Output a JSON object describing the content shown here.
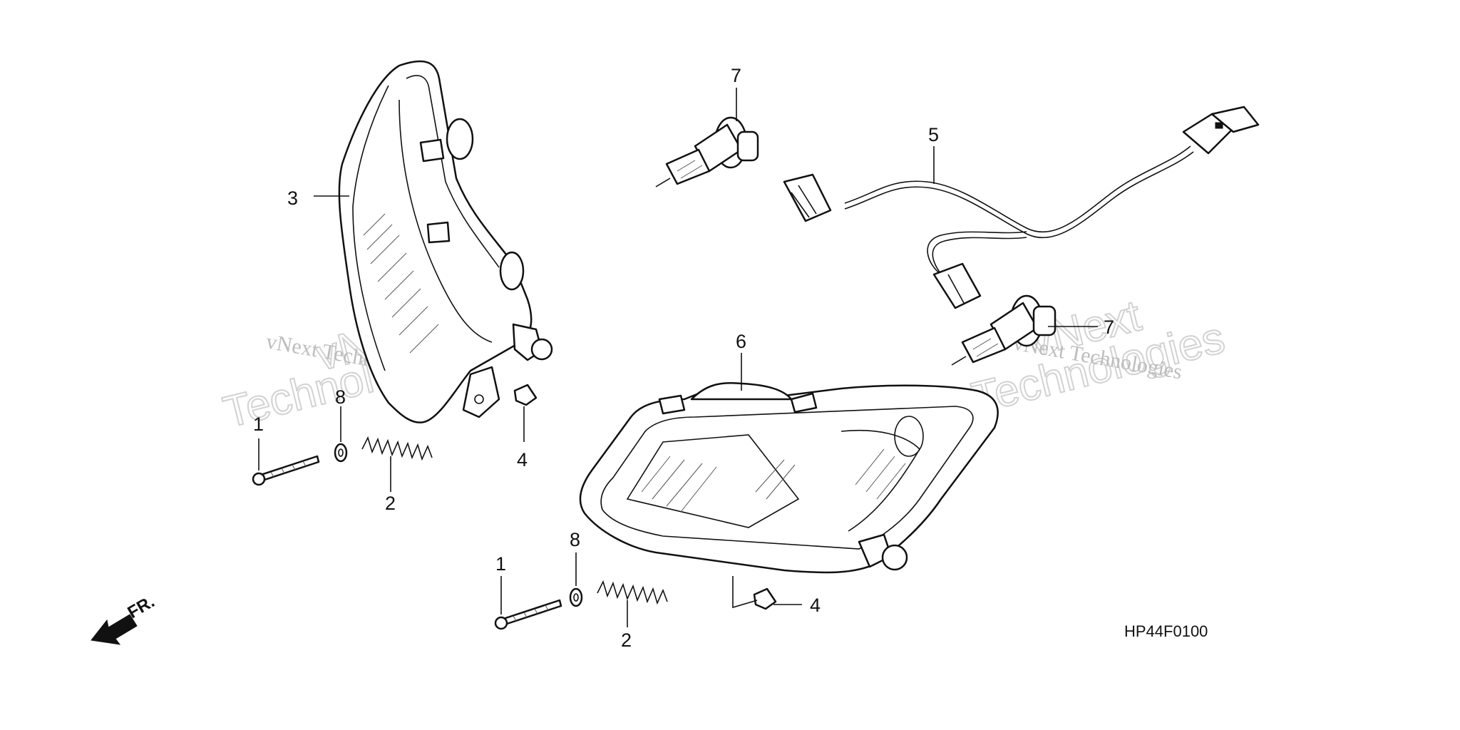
{
  "diagram": {
    "code": "HP44F0100",
    "direction_label": "FR.",
    "watermark_small": "vNext Technologies",
    "watermark_big": [
      "vNext",
      "Technologies"
    ],
    "callouts": {
      "c1a": "1",
      "c1b": "1",
      "c2a": "2",
      "c2b": "2",
      "c3": "3",
      "c4a": "4",
      "c4b": "4",
      "c5": "5",
      "c6": "6",
      "c7a": "7",
      "c7b": "7",
      "c8a": "8",
      "c8b": "8"
    }
  }
}
